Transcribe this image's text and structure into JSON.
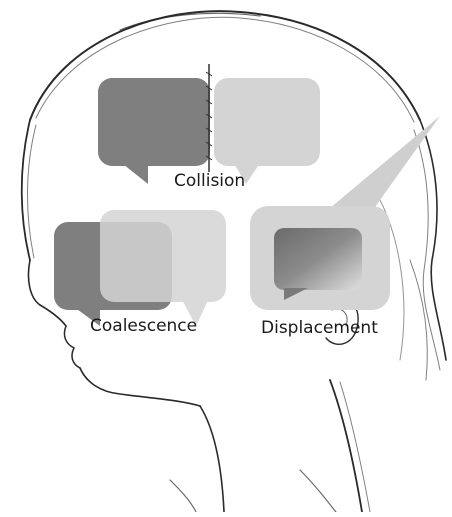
{
  "diagram": {
    "labels": {
      "collision": "Collision",
      "coalescence": "Coalescence",
      "displacement": "Displacement"
    },
    "colors": {
      "dark_bubble": "#7f7f7f",
      "light_bubble": "#d4d4d4",
      "sketch_line": "#2a2a2a"
    }
  }
}
